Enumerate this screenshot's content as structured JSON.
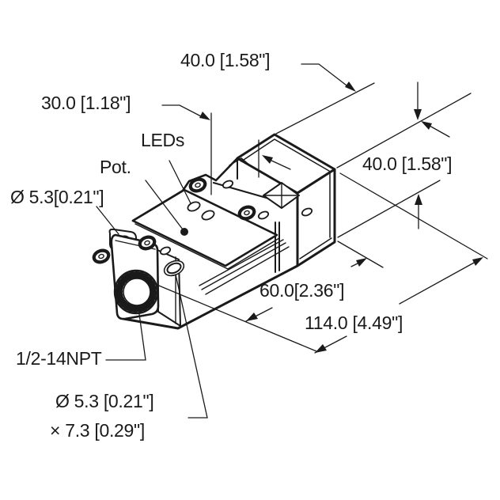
{
  "drawing": {
    "title": "inductive-sensor-dimension-drawing",
    "colors": {
      "line": "#1a1a1a",
      "background": "#ffffff"
    },
    "labels": {
      "dim_head_width": "40.0 [1.58\"]",
      "dim_cover_width": "30.0 [1.18\"]",
      "leds": "LEDs",
      "pot": "Pot.",
      "mount_hole": "Ø 5.3[0.21\"]",
      "dim_head_height": "40.0 [1.58\"]",
      "dim_body_length": "60.0[2.36\"]",
      "dim_overall_length": "114.0 [4.49\"]",
      "conduit_thread": "1/2-14NPT",
      "slot_diameter": "Ø 5.3 [0.21\"]",
      "slot_depth": "× 7.3 [0.29\"]"
    }
  }
}
